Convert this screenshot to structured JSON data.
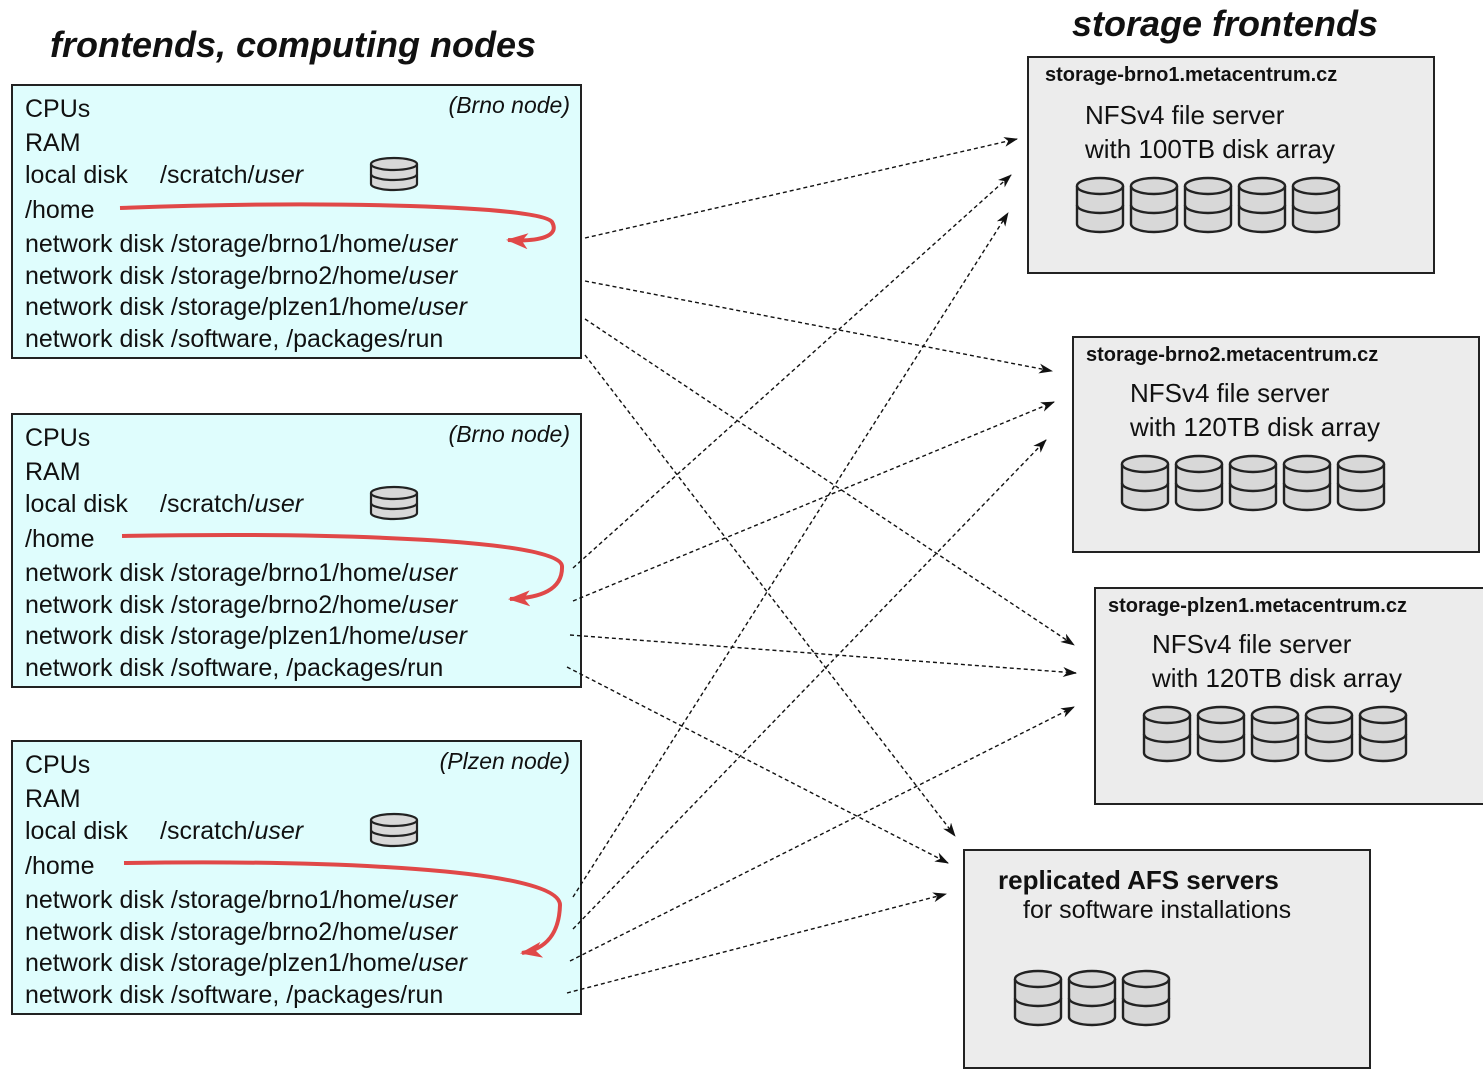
{
  "headings": {
    "left": "frontends, computing nodes",
    "right": "storage frontends"
  },
  "nodes": [
    {
      "tag": "(Brno node)",
      "cpus": "CPUs",
      "ram": "RAM",
      "local_disk": "local disk",
      "scratch_prefix": "/scratch/",
      "user": "user",
      "home": "/home",
      "net_prefix": "network disk ",
      "net_brno1": "/storage/brno1/home/",
      "net_brno2": "/storage/brno2/home/",
      "net_plzen1": "/storage/plzen1/home/",
      "net_software": "/software, /packages/run"
    },
    {
      "tag": "(Brno node)",
      "cpus": "CPUs",
      "ram": "RAM",
      "local_disk": "local disk",
      "scratch_prefix": "/scratch/",
      "user": "user",
      "home": "/home",
      "net_prefix": "network disk ",
      "net_brno1": "/storage/brno1/home/",
      "net_brno2": "/storage/brno2/home/",
      "net_plzen1": "/storage/plzen1/home/",
      "net_software": "/software, /packages/run"
    },
    {
      "tag": "(Plzen node)",
      "cpus": "CPUs",
      "ram": "RAM",
      "local_disk": "local disk",
      "scratch_prefix": "/scratch/",
      "user": "user",
      "home": "/home",
      "net_prefix": "network disk ",
      "net_brno1": "/storage/brno1/home/",
      "net_brno2": "/storage/brno2/home/",
      "net_plzen1": "/storage/plzen1/home/",
      "net_software": "/software, /packages/run"
    }
  ],
  "servers": [
    {
      "host": "storage-brno1.metacentrum.cz",
      "line1": "NFSv4 file server",
      "line2": "with 100TB disk array",
      "disks": 5
    },
    {
      "host": "storage-brno2.metacentrum.cz",
      "line1": "NFSv4 file server",
      "line2": "with 120TB disk array",
      "disks": 5
    },
    {
      "host": "storage-plzen1.metacentrum.cz",
      "line1": "NFSv4 file server",
      "line2": "with 120TB disk array",
      "disks": 5
    }
  ],
  "afs": {
    "title": "replicated AFS servers",
    "subtitle": "for software installations",
    "disks": 3
  },
  "colors": {
    "node_fill": "#dffdfd",
    "server_fill": "#ececec",
    "home_arrow": "#e04848",
    "link_arrow": "#111111"
  }
}
